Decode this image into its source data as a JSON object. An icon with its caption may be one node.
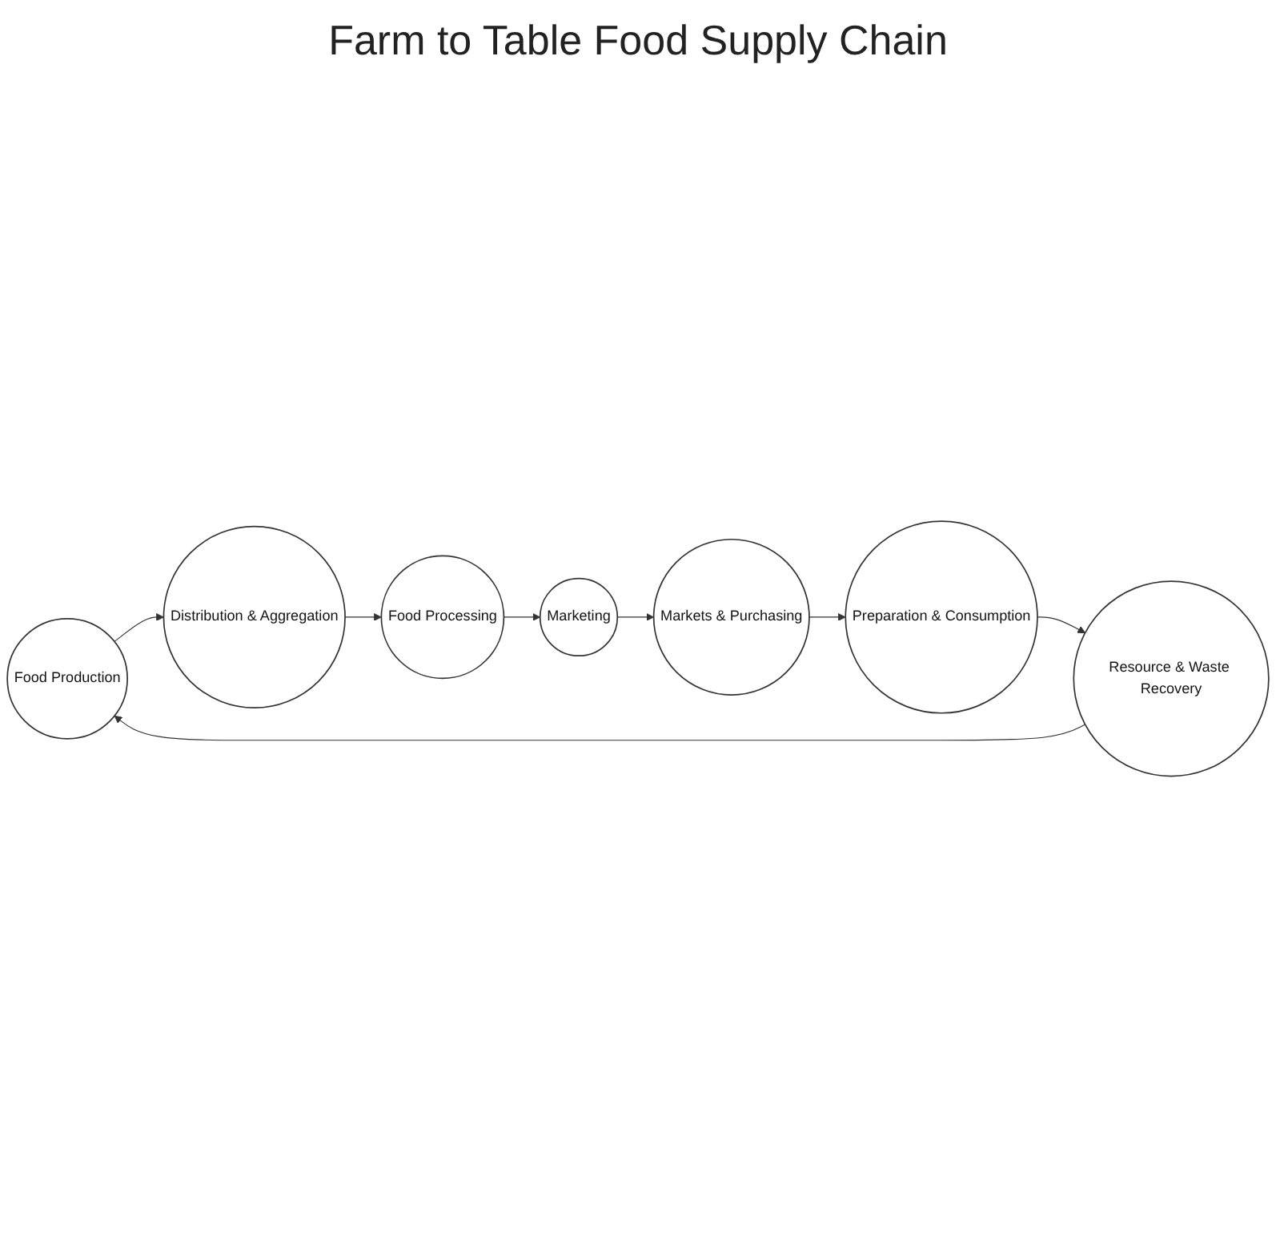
{
  "diagram": {
    "title": "Farm to Table Food Supply Chain",
    "nodes": [
      {
        "text": [
          "Food Production"
        ]
      },
      {
        "text": [
          "Distribution & Aggregation"
        ]
      },
      {
        "text": [
          "Food Processing"
        ]
      },
      {
        "text": [
          "Marketing"
        ]
      },
      {
        "text": [
          "Markets & Purchasing"
        ]
      },
      {
        "text": [
          "Preparation & Consumption"
        ]
      },
      {
        "text": [
          "Resource & Waste Recovery"
        ]
      }
    ],
    "edges": [
      {
        "from": 0,
        "to": 1,
        "arrow": "to"
      },
      {
        "from": 1,
        "to": 2,
        "arrow": "to"
      },
      {
        "from": 2,
        "to": 3,
        "arrow": "to"
      },
      {
        "from": 3,
        "to": 4,
        "arrow": "to"
      },
      {
        "from": 4,
        "to": 5,
        "arrow": "to"
      },
      {
        "from": 5,
        "to": 6,
        "arrow": "to"
      },
      {
        "from": 6,
        "to": 0,
        "arrow": "to"
      }
    ]
  }
}
